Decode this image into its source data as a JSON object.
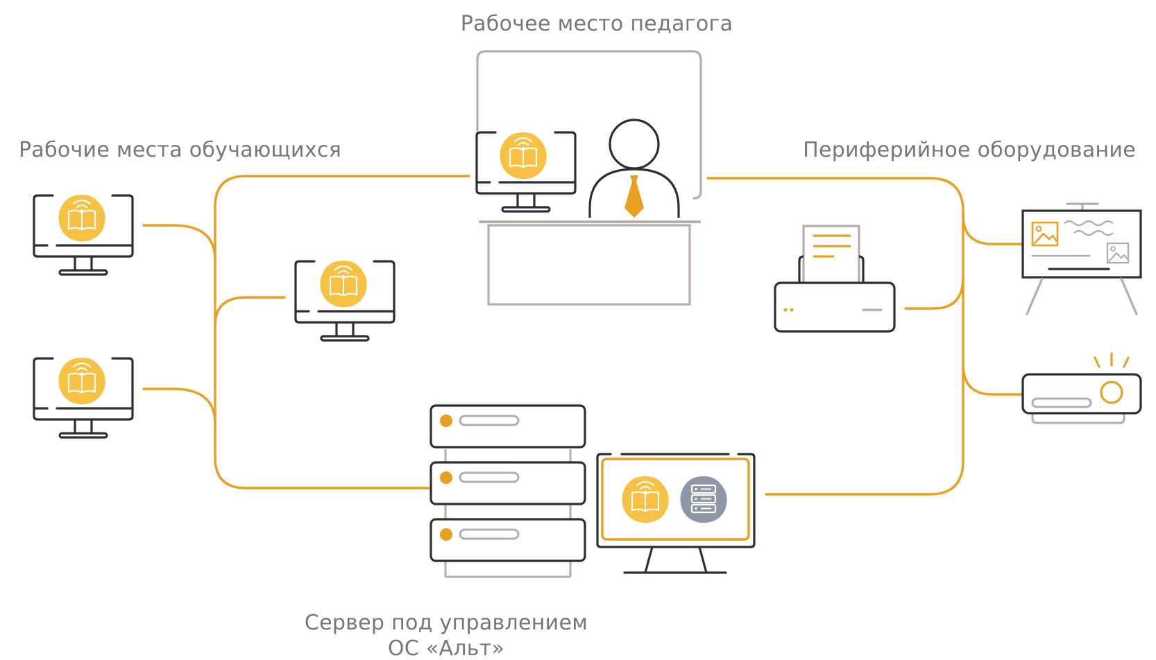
{
  "labels": {
    "teacher": "Рабочее место педагога",
    "students": "Рабочие места обучающихся",
    "peripherals": "Периферийное оборудование",
    "server_line1": "Сервер под управлением",
    "server_line2": "ОС «Альт»"
  },
  "colors": {
    "accent": "#e8a020",
    "badge": "#f7c244",
    "dark": "#2d2d33",
    "gray": "#b7aca7",
    "server_badge": "#8e97a6",
    "text": "#77777a"
  },
  "icons": [
    "monitor-icon",
    "book-wifi-badge-icon",
    "teacher-person-icon",
    "desk-icon",
    "printer-icon",
    "whiteboard-icon",
    "projector-icon",
    "server-rack-icon",
    "server-badge-icon"
  ]
}
